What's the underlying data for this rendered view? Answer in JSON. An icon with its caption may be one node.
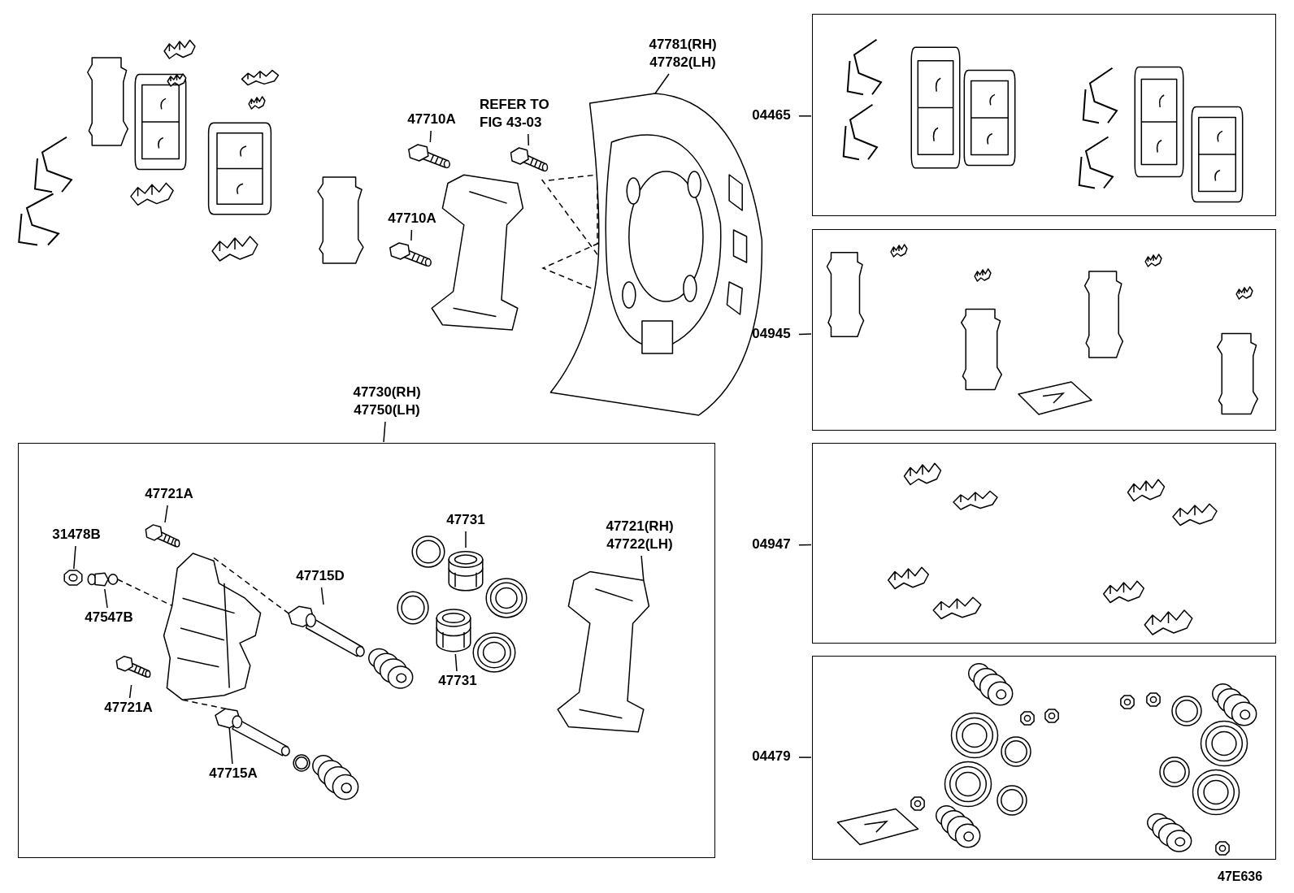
{
  "diagram": {
    "nodes": [
      {
        "text": [
          "47781(RH) 47782(LH)"
        ]
      },
      {
        "text": [],
        "shape": "picture"
      },
      {
        "text": [
          "REFER TO FIG 43-03"
        ]
      },
      {
        "text": [],
        "shape": "picture"
      },
      {
        "text": [
          "47710A"
        ]
      },
      {
        "text": [],
        "shape": "picture"
      },
      {
        "text": [
          "47710A"
        ]
      },
      {
        "text": [],
        "shape": "picture"
      },
      {
        "text": [
          "47730(RH) 47750(LH)"
        ]
      },
      {
        "text": [],
        "shape": "box"
      },
      {
        "text": [
          "47721A"
        ],
        "in": 9
      },
      {
        "text": [],
        "shape": "picture",
        "in": 9
      },
      {
        "text": [
          "31478B"
        ],
        "in": 9
      },
      {
        "text": [],
        "shape": "picture",
        "in": 9
      },
      {
        "text": [
          "47547B"
        ],
        "in": 9
      },
      {
        "text": [],
        "shape": "picture",
        "in": 9
      },
      {
        "text": [
          "47721A"
        ],
        "in": 9
      },
      {
        "text": [],
        "shape": "picture",
        "in": 9
      },
      {
        "text": [
          "47715D"
        ],
        "in": 9
      },
      {
        "text": [],
        "shape": "picture",
        "in": 9
      },
      {
        "text": [
          "47715A"
        ],
        "in": 9
      },
      {
        "text": [],
        "shape": "picture",
        "in": 9
      },
      {
        "text": [
          "47731"
        ],
        "in": 9
      },
      {
        "text": [],
        "shape": "picture",
        "in": 9
      },
      {
        "text": [
          "47731"
        ],
        "in": 9
      },
      {
        "text": [],
        "shape": "picture",
        "in": 9
      },
      {
        "text": [
          "47721(RH) 47722(LH)"
        ],
        "in": 9
      },
      {
        "text": [],
        "shape": "picture",
        "in": 9
      },
      {
        "text": [
          "04465"
        ]
      },
      {
        "text": [],
        "shape": "box"
      },
      {
        "text": [
          "04945"
        ]
      },
      {
        "text": [],
        "shape": "box"
      },
      {
        "text": [
          "04947"
        ]
      },
      {
        "text": [],
        "shape": "box"
      },
      {
        "text": [
          "04479"
        ]
      },
      {
        "text": [],
        "shape": "box"
      },
      {
        "text": [],
        "shape": "picture",
        "in": 9
      }
    ],
    "edges": [
      {
        "from": 0,
        "to": 1,
        "arrow": "none"
      },
      {
        "from": 2,
        "to": 3,
        "arrow": "none"
      },
      {
        "from": 4,
        "to": 5,
        "arrow": "none"
      },
      {
        "from": 6,
        "to": 7,
        "arrow": "none"
      },
      {
        "from": 3,
        "to": 1,
        "arrow": "none",
        "style": "dashed"
      },
      {
        "from": 8,
        "to": 9,
        "arrow": "none"
      },
      {
        "from": 10,
        "to": 11,
        "arrow": "none"
      },
      {
        "from": 12,
        "to": 13,
        "arrow": "none"
      },
      {
        "from": 14,
        "to": 15,
        "arrow": "none"
      },
      {
        "from": 16,
        "to": 17,
        "arrow": "none"
      },
      {
        "from": 18,
        "to": 19,
        "arrow": "none"
      },
      {
        "from": 20,
        "to": 21,
        "arrow": "none"
      },
      {
        "from": 22,
        "to": 23,
        "arrow": "none"
      },
      {
        "from": 24,
        "to": 25,
        "arrow": "none"
      },
      {
        "from": 26,
        "to": 27,
        "arrow": "none"
      },
      {
        "from": 28,
        "to": 29,
        "arrow": "none"
      },
      {
        "from": 30,
        "to": 31,
        "arrow": "none"
      },
      {
        "from": 32,
        "to": 33,
        "arrow": "none"
      },
      {
        "from": 34,
        "to": 35,
        "arrow": "none"
      },
      {
        "from": 15,
        "to": 36,
        "arrow": "none",
        "style": "dashed"
      },
      {
        "from": 36,
        "to": 19,
        "arrow": "none",
        "style": "dashed"
      },
      {
        "from": 36,
        "to": 21,
        "arrow": "none",
        "style": "dashed"
      }
    ],
    "labels": [
      "47E636"
    ]
  }
}
